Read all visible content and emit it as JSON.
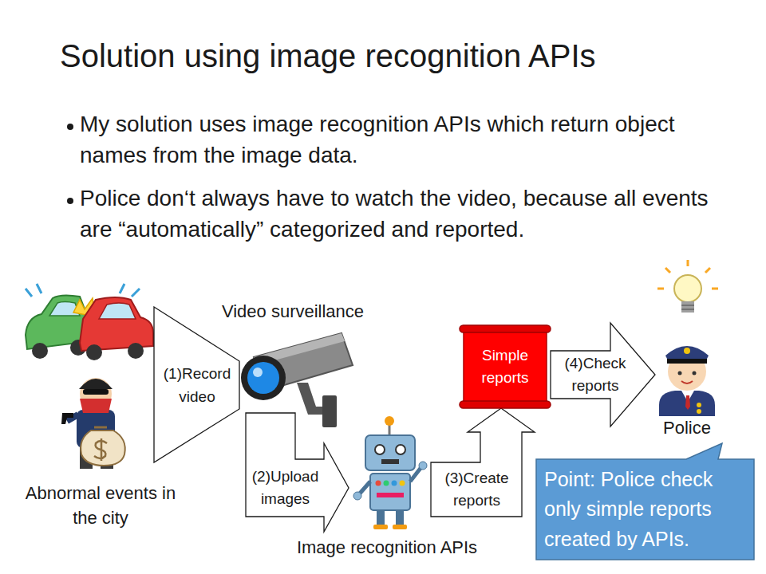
{
  "diagram": {
    "title": "Solution using image recognition APIs",
    "nodes": [
      {
        "text": [
          "(1)Record video"
        ]
      },
      {
        "text": [
          "(2)Upload images"
        ]
      },
      {
        "text": [
          "(3)Create reports"
        ]
      },
      {
        "text": [
          "Simple reports"
        ]
      },
      {
        "text": [
          "(4)Check reports"
        ]
      },
      {
        "text": [
          "Point: Police check only simple reports created by APIs."
        ]
      }
    ],
    "labels": [
      "My solution uses image recognition APIs which return object names from the image data.",
      "Police don‘t always have to watch the video, because all events are “automatically” categorized and reported.",
      "Video surveillance",
      "Abnormal events in the city",
      "Image recognition APIs",
      "Police"
    ]
  }
}
